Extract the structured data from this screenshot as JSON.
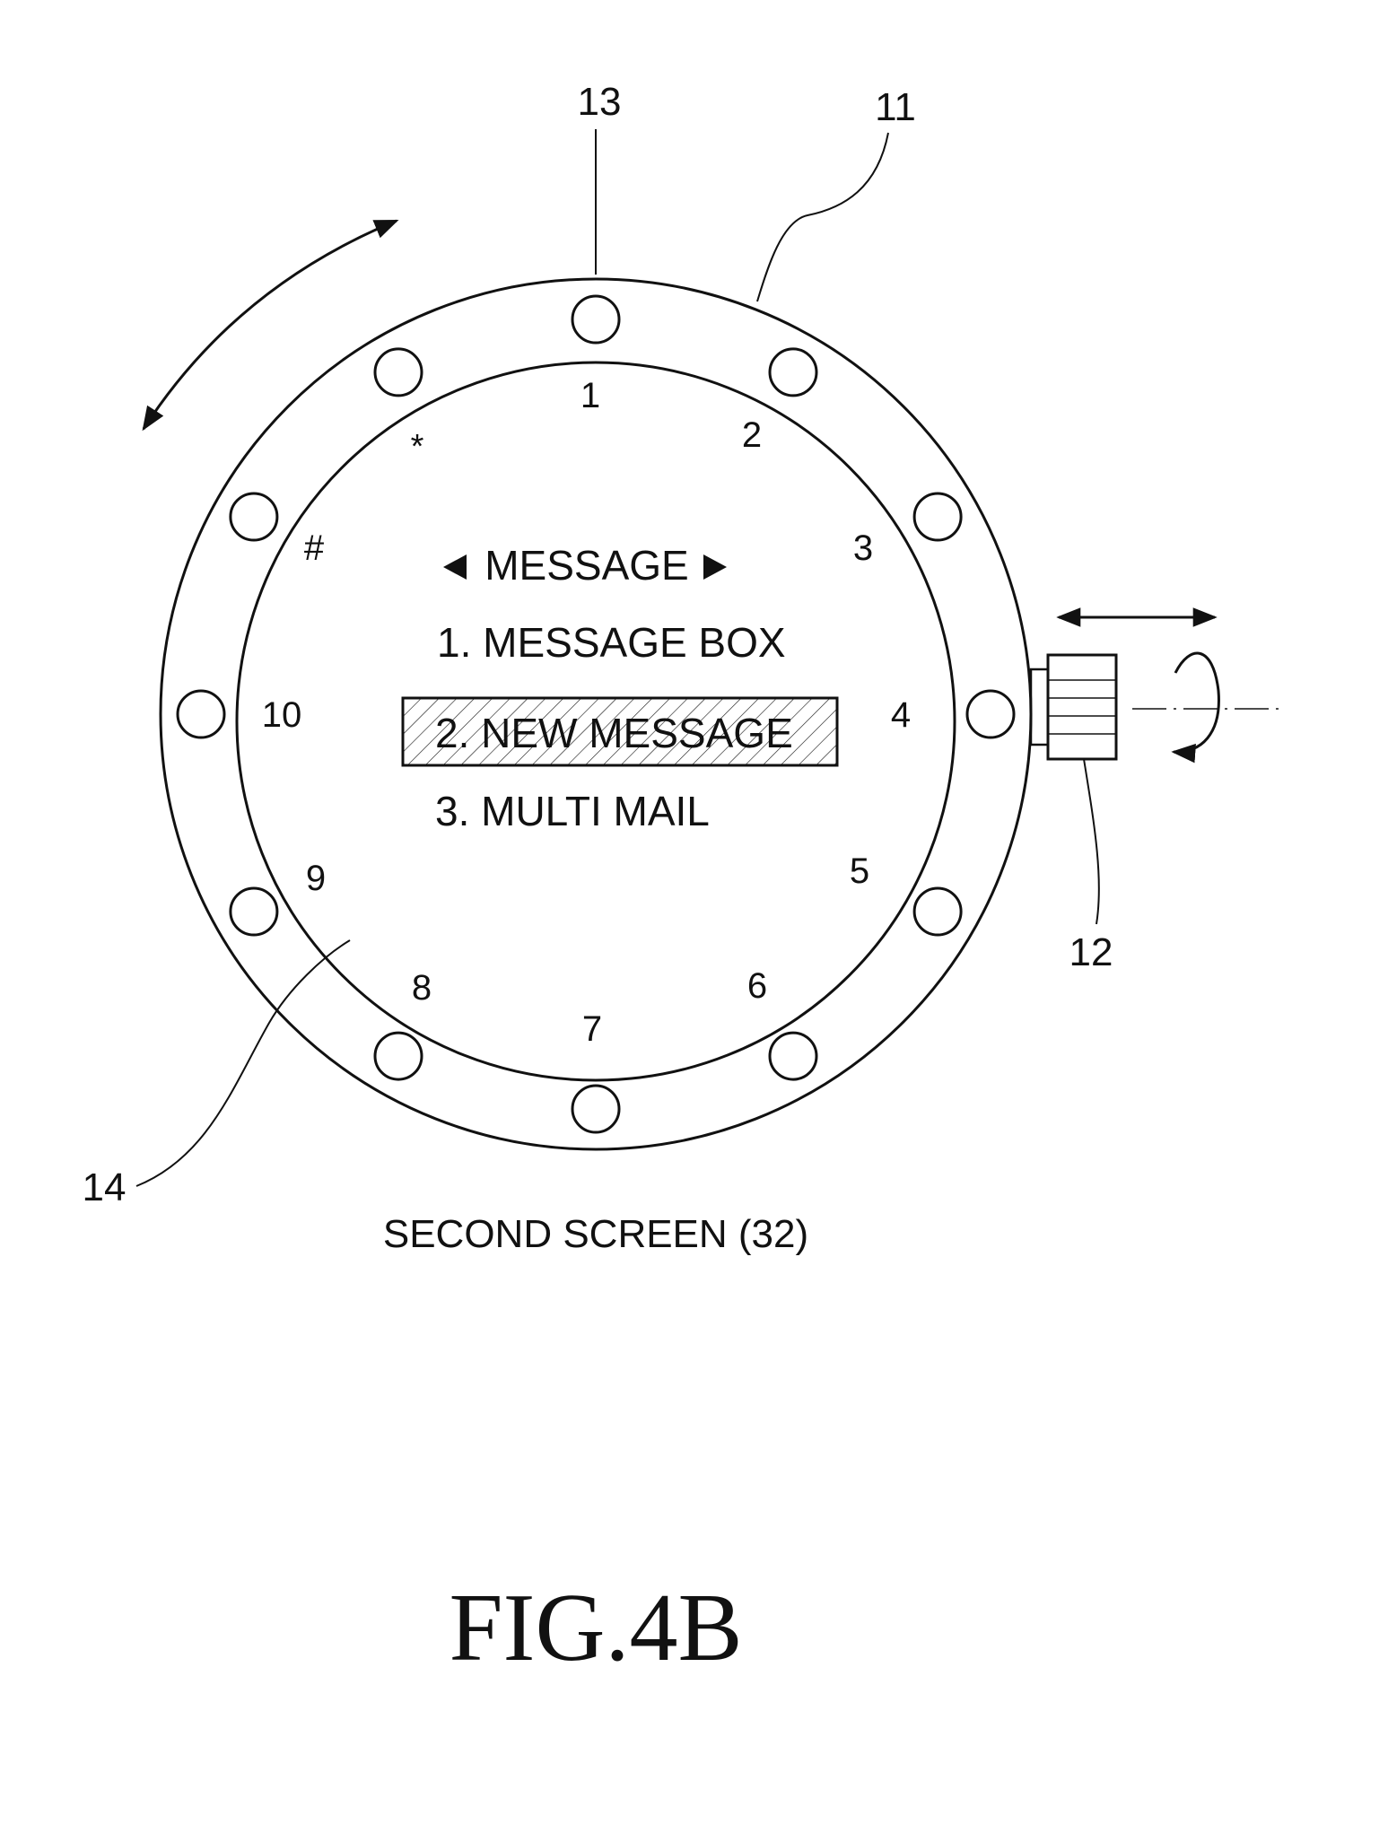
{
  "ring_labels": {
    "bezel": "11",
    "crown": "12",
    "bezel_hole": "13",
    "display": "14"
  },
  "dial_numbers": [
    "1",
    "2",
    "3",
    "4",
    "5",
    "6",
    "7",
    "8",
    "9",
    "10",
    "*",
    "#"
  ],
  "menu": {
    "header": "MESSAGE",
    "items": [
      {
        "label": "1. MESSAGE BOX",
        "selected": false
      },
      {
        "label": "2. NEW MESSAGE",
        "selected": true
      },
      {
        "label": "3. MULTI MAIL",
        "selected": false
      }
    ]
  },
  "caption": "SECOND SCREEN (32)",
  "figure_label": "FIG.4B",
  "colors": {
    "ink": "#111111",
    "background": "#ffffff"
  }
}
